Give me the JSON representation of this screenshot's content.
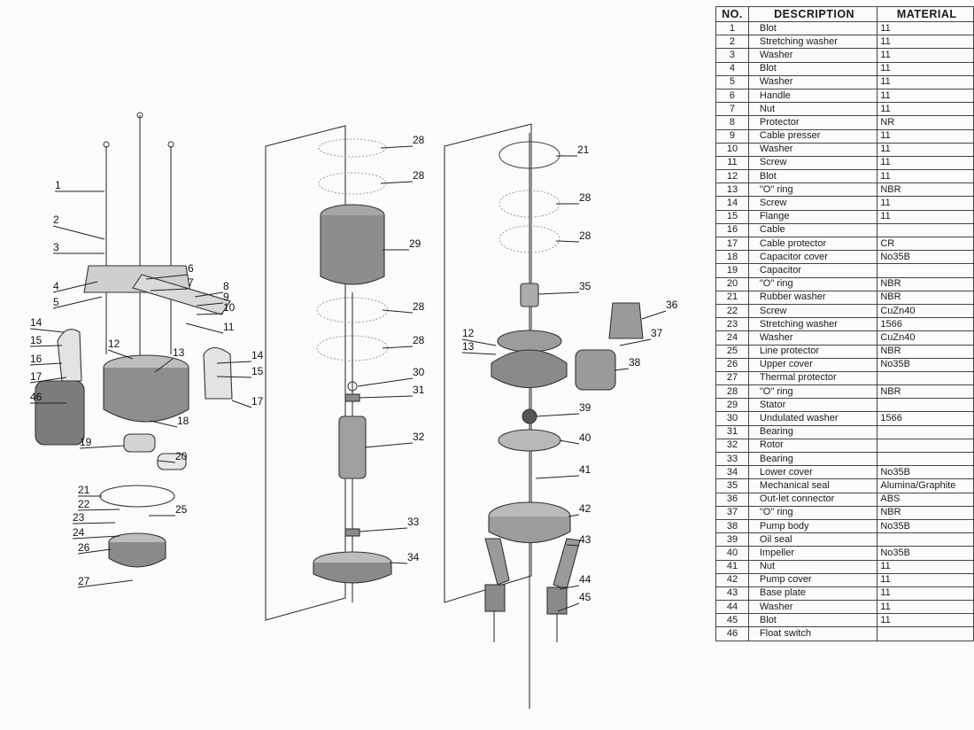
{
  "table": {
    "headers": [
      "NO.",
      "DESCRIPTION",
      "MATERIAL"
    ],
    "rows": [
      [
        "1",
        "Blot",
        "11"
      ],
      [
        "2",
        "Stretching washer",
        "11"
      ],
      [
        "3",
        "Washer",
        "11"
      ],
      [
        "4",
        "Blot",
        "11"
      ],
      [
        "5",
        "Washer",
        "11"
      ],
      [
        "6",
        "Handle",
        "11"
      ],
      [
        "7",
        "Nut",
        "11"
      ],
      [
        "8",
        "Protector",
        "NR"
      ],
      [
        "9",
        "Cable presser",
        "11"
      ],
      [
        "10",
        "Washer",
        "11"
      ],
      [
        "11",
        "Screw",
        "11"
      ],
      [
        "12",
        "Blot",
        "11"
      ],
      [
        "13",
        "\"O\" ring",
        "NBR"
      ],
      [
        "14",
        "Screw",
        "11"
      ],
      [
        "15",
        "Flange",
        "11"
      ],
      [
        "16",
        "Cable",
        ""
      ],
      [
        "17",
        "Cable protector",
        "CR"
      ],
      [
        "18",
        "Capacitor cover",
        "No35B"
      ],
      [
        "19",
        "Capacitor",
        ""
      ],
      [
        "20",
        "\"O\" ring",
        "NBR"
      ],
      [
        "21",
        "Rubber washer",
        "NBR"
      ],
      [
        "22",
        "Screw",
        "CuZn40"
      ],
      [
        "23",
        "Stretching washer",
        "1566"
      ],
      [
        "24",
        "Washer",
        "CuZn40"
      ],
      [
        "25",
        "Line protector",
        "NBR"
      ],
      [
        "26",
        "Upper cover",
        "No35B"
      ],
      [
        "27",
        "Thermal protector",
        ""
      ],
      [
        "28",
        "\"O\" ring",
        "NBR"
      ],
      [
        "29",
        "Stator",
        ""
      ],
      [
        "30",
        "Undulated washer",
        "1566"
      ],
      [
        "31",
        "Bearing",
        ""
      ],
      [
        "32",
        "Rotor",
        ""
      ],
      [
        "33",
        "Bearing",
        ""
      ],
      [
        "34",
        "Lower cover",
        "No35B"
      ],
      [
        "35",
        "Mechanical seal",
        "Alumina/Graphite"
      ],
      [
        "36",
        "Out-let connector",
        "ABS"
      ],
      [
        "37",
        "\"O\" ring",
        "NBR"
      ],
      [
        "38",
        "Pump body",
        "No35B"
      ],
      [
        "39",
        "Oil seal",
        ""
      ],
      [
        "40",
        "Impeller",
        "No35B"
      ],
      [
        "41",
        "Nut",
        "11"
      ],
      [
        "42",
        "Pump cover",
        "11"
      ],
      [
        "43",
        "Base plate",
        "11"
      ],
      [
        "44",
        "Washer",
        "11"
      ],
      [
        "45",
        "Blot",
        "11"
      ],
      [
        "46",
        "Float switch",
        ""
      ]
    ]
  },
  "callouts": [
    "1",
    "2",
    "3",
    "4",
    "5",
    "6",
    "7",
    "8",
    "9",
    "10",
    "11",
    "12",
    "13",
    "14",
    "15",
    "16",
    "17",
    "46",
    "18",
    "19",
    "20",
    "21",
    "22",
    "23",
    "24",
    "25",
    "26",
    "27",
    "28",
    "28",
    "29",
    "28",
    "28",
    "30",
    "31",
    "32",
    "33",
    "34",
    "21",
    "28",
    "28",
    "35",
    "36",
    "37",
    "12",
    "13",
    "38",
    "39",
    "40",
    "41",
    "42",
    "43",
    "44",
    "45",
    "14",
    "15",
    "17"
  ]
}
